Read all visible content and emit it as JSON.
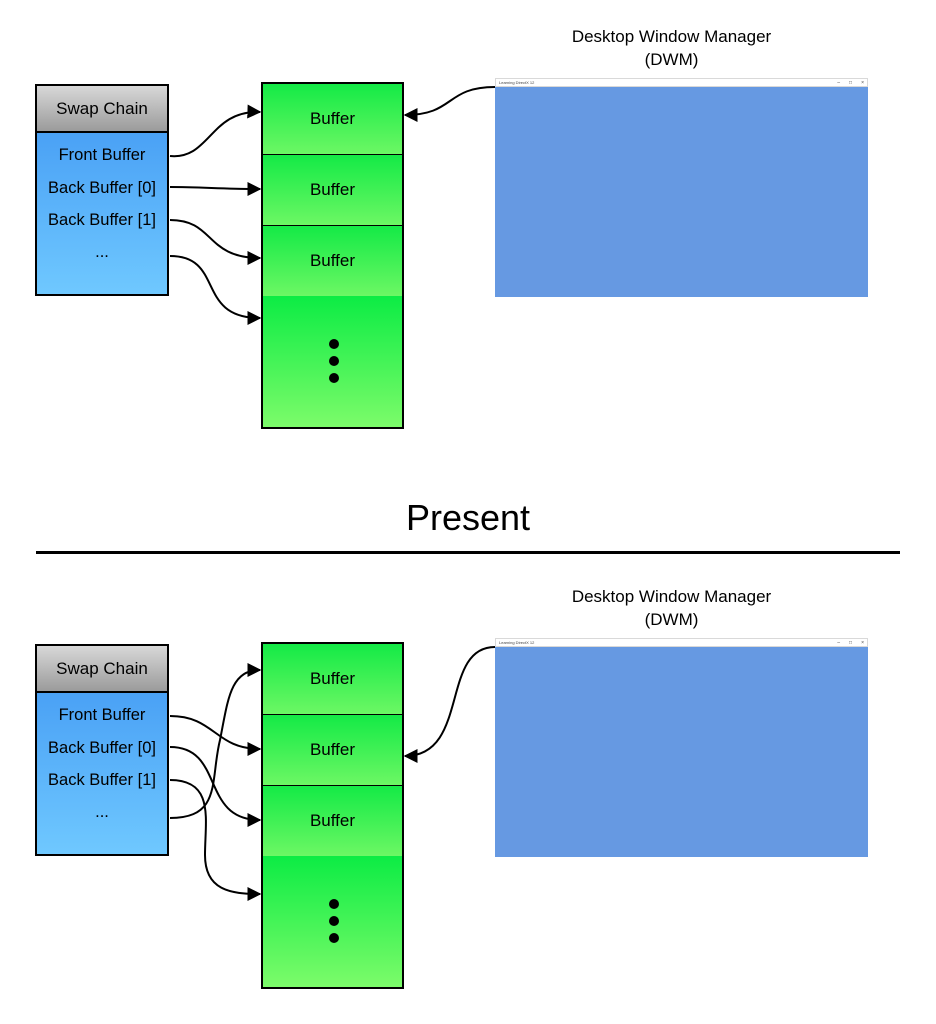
{
  "separator": {
    "label": "Present"
  },
  "top": {
    "dwm": {
      "title_line1": "Desktop Window Manager",
      "title_line2": "(DWM)",
      "window_caption": "Learning DirectX 12",
      "win_min": "–",
      "win_max": "□",
      "win_close": "×"
    },
    "swap_chain": {
      "header": "Swap Chain",
      "items": [
        "Front Buffer",
        "Back Buffer [0]",
        "Back Buffer [1]",
        "..."
      ]
    },
    "buffers": [
      "Buffer",
      "Buffer",
      "Buffer"
    ],
    "links": [
      {
        "from": "Front Buffer",
        "to": 0
      },
      {
        "from": "Back Buffer [0]",
        "to": 1
      },
      {
        "from": "Back Buffer [1]",
        "to": 2
      },
      {
        "from": "...",
        "to": 3
      },
      {
        "from": "DWM",
        "to": 0
      }
    ]
  },
  "bottom": {
    "dwm": {
      "title_line1": "Desktop Window Manager",
      "title_line2": "(DWM)",
      "window_caption": "Learning DirectX 12",
      "win_min": "–",
      "win_max": "□",
      "win_close": "×"
    },
    "swap_chain": {
      "header": "Swap Chain",
      "items": [
        "Front Buffer",
        "Back Buffer [0]",
        "Back Buffer [1]",
        "..."
      ]
    },
    "buffers": [
      "Buffer",
      "Buffer",
      "Buffer"
    ],
    "links": [
      {
        "from": "Front Buffer",
        "to": 1
      },
      {
        "from": "Back Buffer [0]",
        "to": 2
      },
      {
        "from": "Back Buffer [1]",
        "to": 3
      },
      {
        "from": "...",
        "to": 0
      },
      {
        "from": "DWM",
        "to": 1
      }
    ]
  }
}
